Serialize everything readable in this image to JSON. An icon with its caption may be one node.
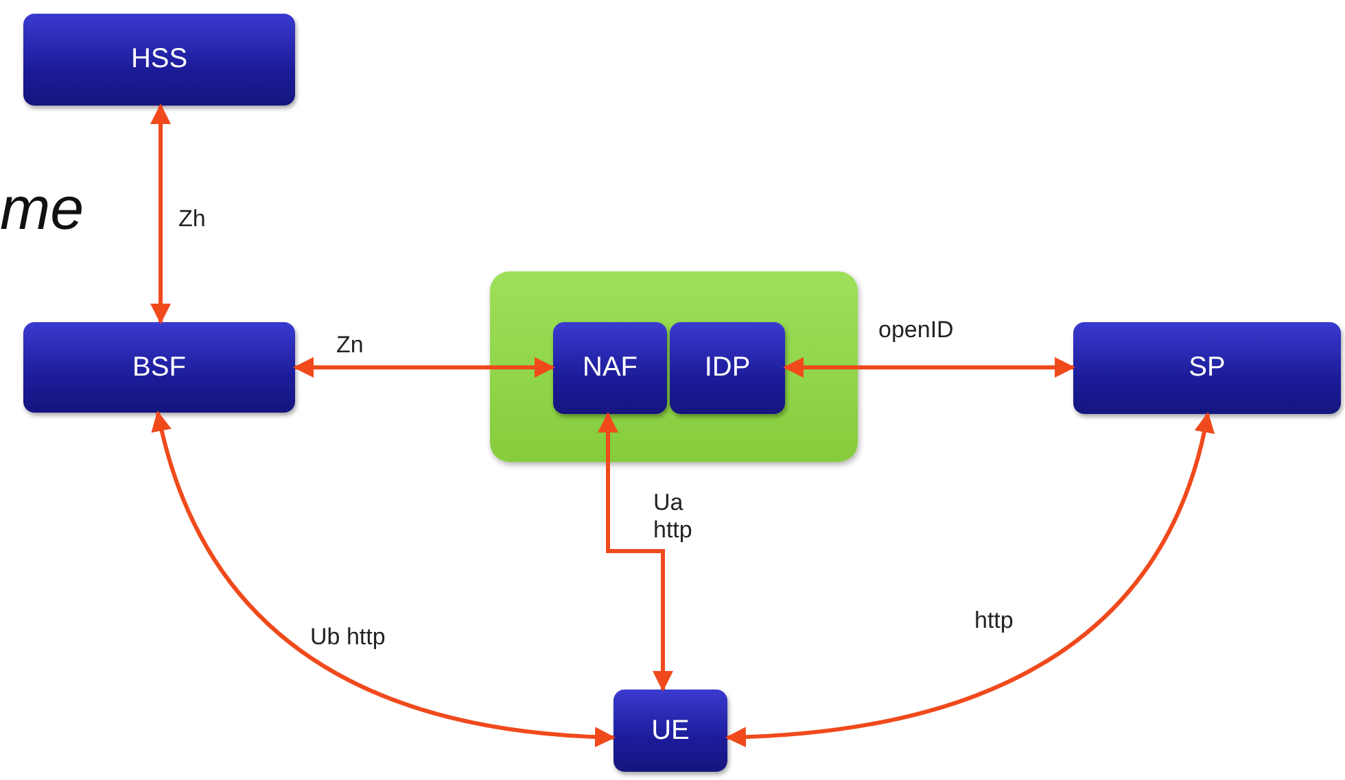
{
  "diagram": {
    "nodes": [
      {
        "text": [
          "HSS"
        ]
      },
      {
        "text": [
          "BSF"
        ]
      },
      {
        "text": [],
        "shape": "box"
      },
      {
        "text": [
          "NAF"
        ],
        "in": 2
      },
      {
        "text": [
          "IDP"
        ],
        "in": 2
      },
      {
        "text": [
          "SP"
        ]
      },
      {
        "text": [
          "UE"
        ]
      }
    ],
    "edges": [
      {
        "from": 0,
        "to": 1,
        "arrow": "both",
        "label": "Zh"
      },
      {
        "from": 1,
        "to": 3,
        "arrow": "both",
        "label": "Zn"
      },
      {
        "from": 4,
        "to": 5,
        "arrow": "both",
        "label": "openID"
      },
      {
        "from": 3,
        "to": 6,
        "arrow": "both",
        "label": "Ua http"
      },
      {
        "from": 1,
        "to": 6,
        "arrow": "both",
        "label": "Ub http"
      },
      {
        "from": 5,
        "to": 6,
        "arrow": "both",
        "label": "http"
      }
    ],
    "labels": [
      "me"
    ]
  }
}
